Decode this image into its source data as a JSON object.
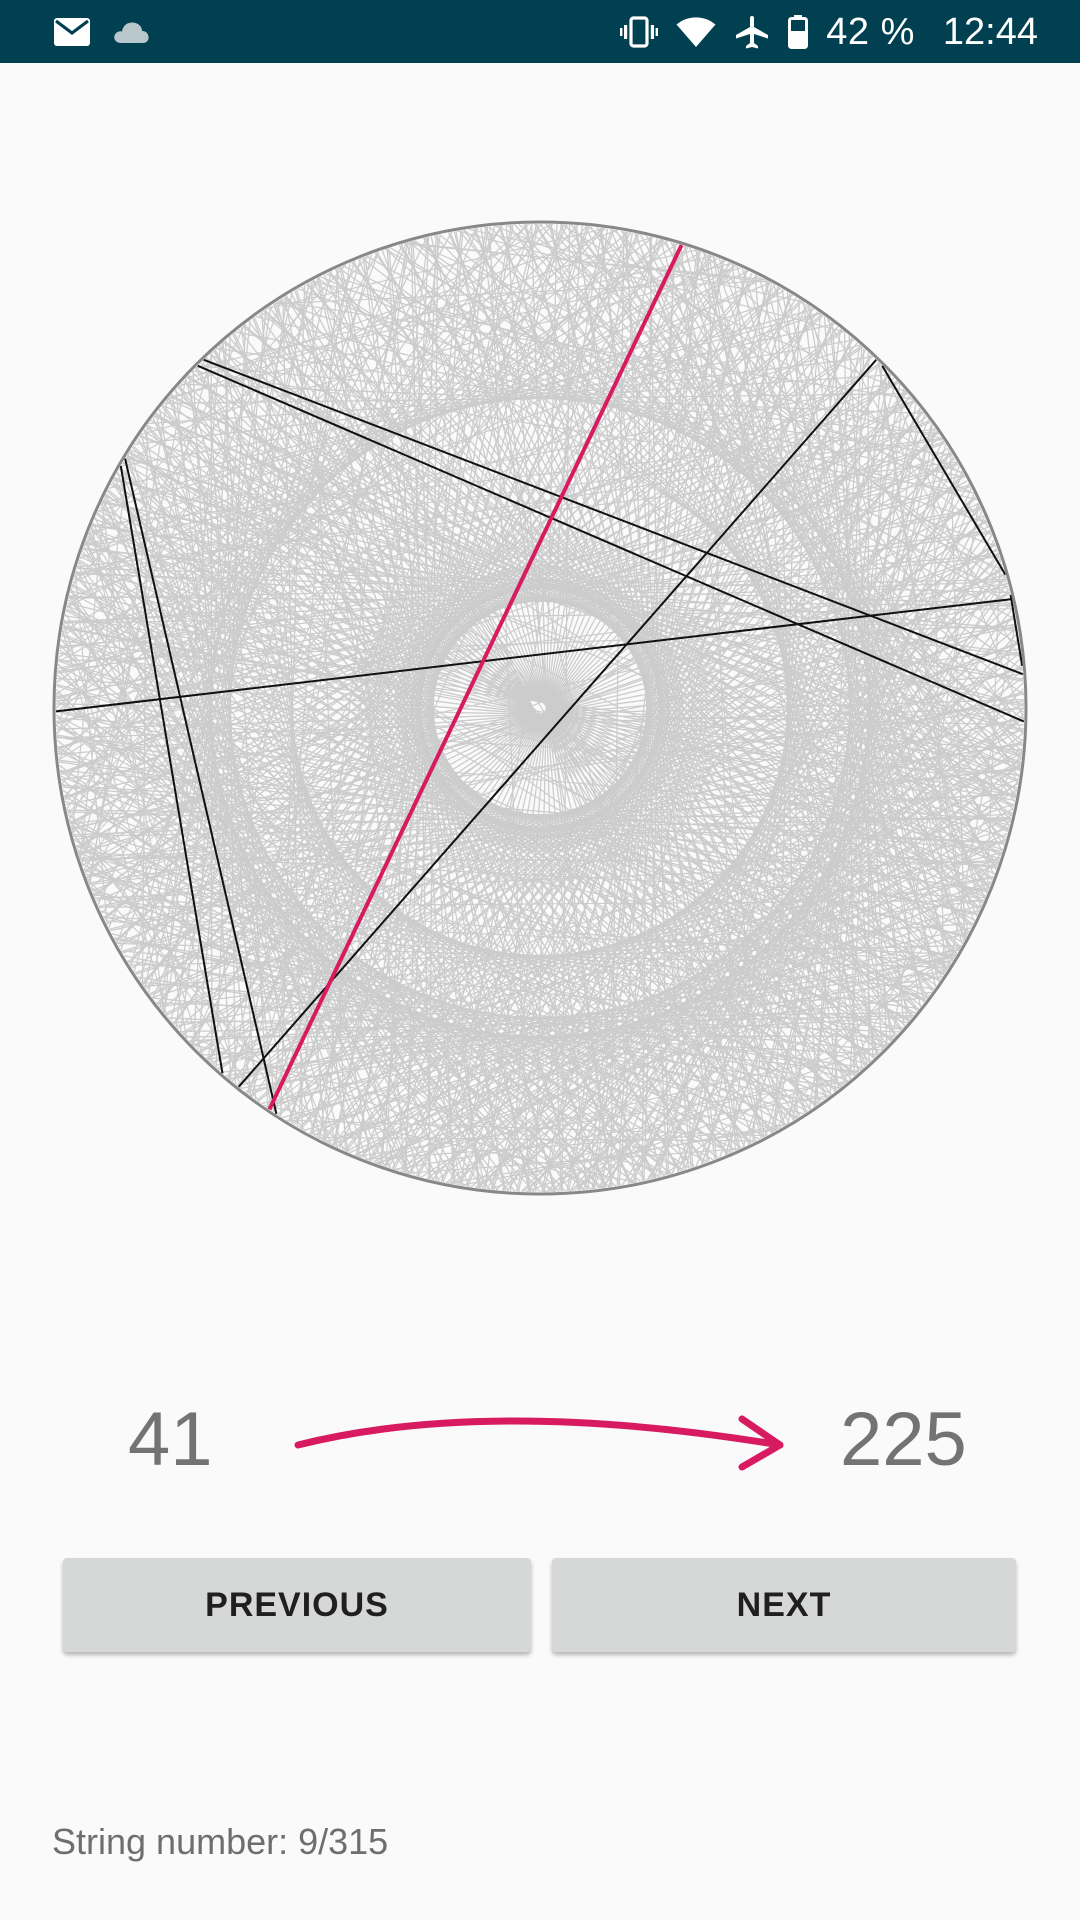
{
  "status_bar": {
    "battery_percent": "42 %",
    "time": "12:44",
    "background_color": "#014051",
    "icons_left": [
      "mail-icon",
      "cloud-icon"
    ],
    "icons_right": [
      "vibrate-icon",
      "wifi-icon",
      "airplane-icon",
      "battery-icon"
    ]
  },
  "board": {
    "nail_count": 315,
    "colors": {
      "rim": "#888888",
      "string_done": "#cccccc",
      "string_recent": "#111111",
      "string_current": "#d81b60"
    }
  },
  "step": {
    "from_nail": "41",
    "to_nail": "225",
    "arrow_color": "#d81b60"
  },
  "buttons": {
    "previous_label": "PREVIOUS",
    "next_label": "NEXT"
  },
  "footer": {
    "string_number_text": "String number: 9/315"
  }
}
